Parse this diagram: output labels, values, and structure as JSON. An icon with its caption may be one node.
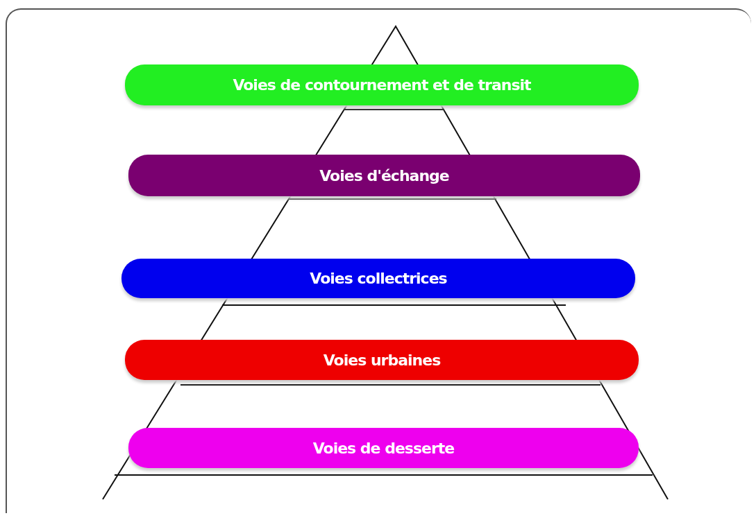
{
  "diagram": {
    "nodes": [
      {
        "text": [
          "Voies de contournement et de transit"
        ]
      },
      {
        "text": [
          "Voies d'échange"
        ]
      },
      {
        "text": [
          "Voies collectrices"
        ]
      },
      {
        "text": [
          "Voies urbaines"
        ]
      },
      {
        "text": [
          "Voies de desserte"
        ]
      }
    ]
  }
}
